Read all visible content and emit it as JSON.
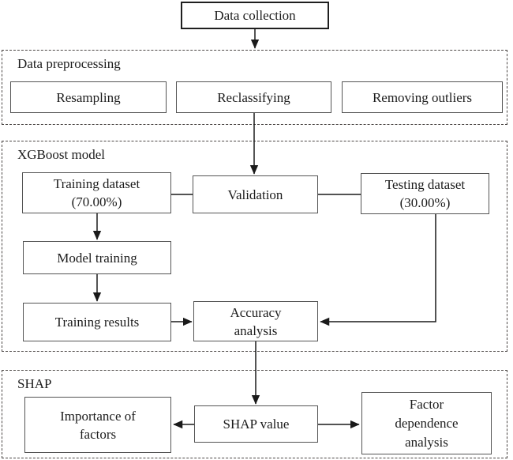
{
  "diagram": {
    "type": "flowchart",
    "colors": {
      "background": "#ffffff",
      "node_border": "#545454",
      "top_node_border": "#1f1f1f",
      "stage_border": "#4b4644",
      "connector": "#1a1a1a",
      "text": "#1c1c1c"
    },
    "stages": {
      "preprocessing": {
        "label": "Data preprocessing"
      },
      "xgboost": {
        "label": "XGBoost model"
      },
      "shap": {
        "label": "SHAP"
      }
    },
    "nodes": {
      "data_collection": {
        "label": "Data collection"
      },
      "resampling": {
        "label": "Resampling"
      },
      "reclassifying": {
        "label": "Reclassifying"
      },
      "removing_outliers": {
        "label": "Removing outliers"
      },
      "training_dataset": {
        "lines": [
          "Training dataset",
          "(70.00%)"
        ]
      },
      "validation": {
        "label": "Validation"
      },
      "testing_dataset": {
        "lines": [
          "Testing dataset",
          "(30.00%)"
        ]
      },
      "model_training": {
        "label": "Model training"
      },
      "training_results": {
        "label": "Training results"
      },
      "accuracy_analysis": {
        "lines": [
          "Accuracy",
          "analysis"
        ]
      },
      "importance_of_factors": {
        "lines": [
          "Importance of",
          "factors"
        ]
      },
      "shap_value": {
        "label": "SHAP value"
      },
      "factor_dependence": {
        "lines": [
          "Factor",
          "dependence",
          "analysis"
        ]
      }
    },
    "edges": [
      {
        "from": "data_collection",
        "to": "data_preprocessing",
        "style": "arrow"
      },
      {
        "from": "reclassifying",
        "to": "validation",
        "style": "arrow"
      },
      {
        "from": "training_dataset",
        "to": "validation",
        "style": "plain"
      },
      {
        "from": "validation",
        "to": "testing_dataset",
        "style": "plain"
      },
      {
        "from": "training_dataset",
        "to": "model_training",
        "style": "arrow"
      },
      {
        "from": "model_training",
        "to": "training_results",
        "style": "arrow"
      },
      {
        "from": "training_results",
        "to": "accuracy_analysis",
        "style": "arrow"
      },
      {
        "from": "testing_dataset",
        "to": "accuracy_analysis",
        "style": "arrow"
      },
      {
        "from": "accuracy_analysis",
        "to": "shap_value",
        "style": "arrow"
      },
      {
        "from": "shap_value",
        "to": "importance_of_factors",
        "style": "arrow"
      },
      {
        "from": "shap_value",
        "to": "factor_dependence",
        "style": "arrow"
      }
    ]
  }
}
